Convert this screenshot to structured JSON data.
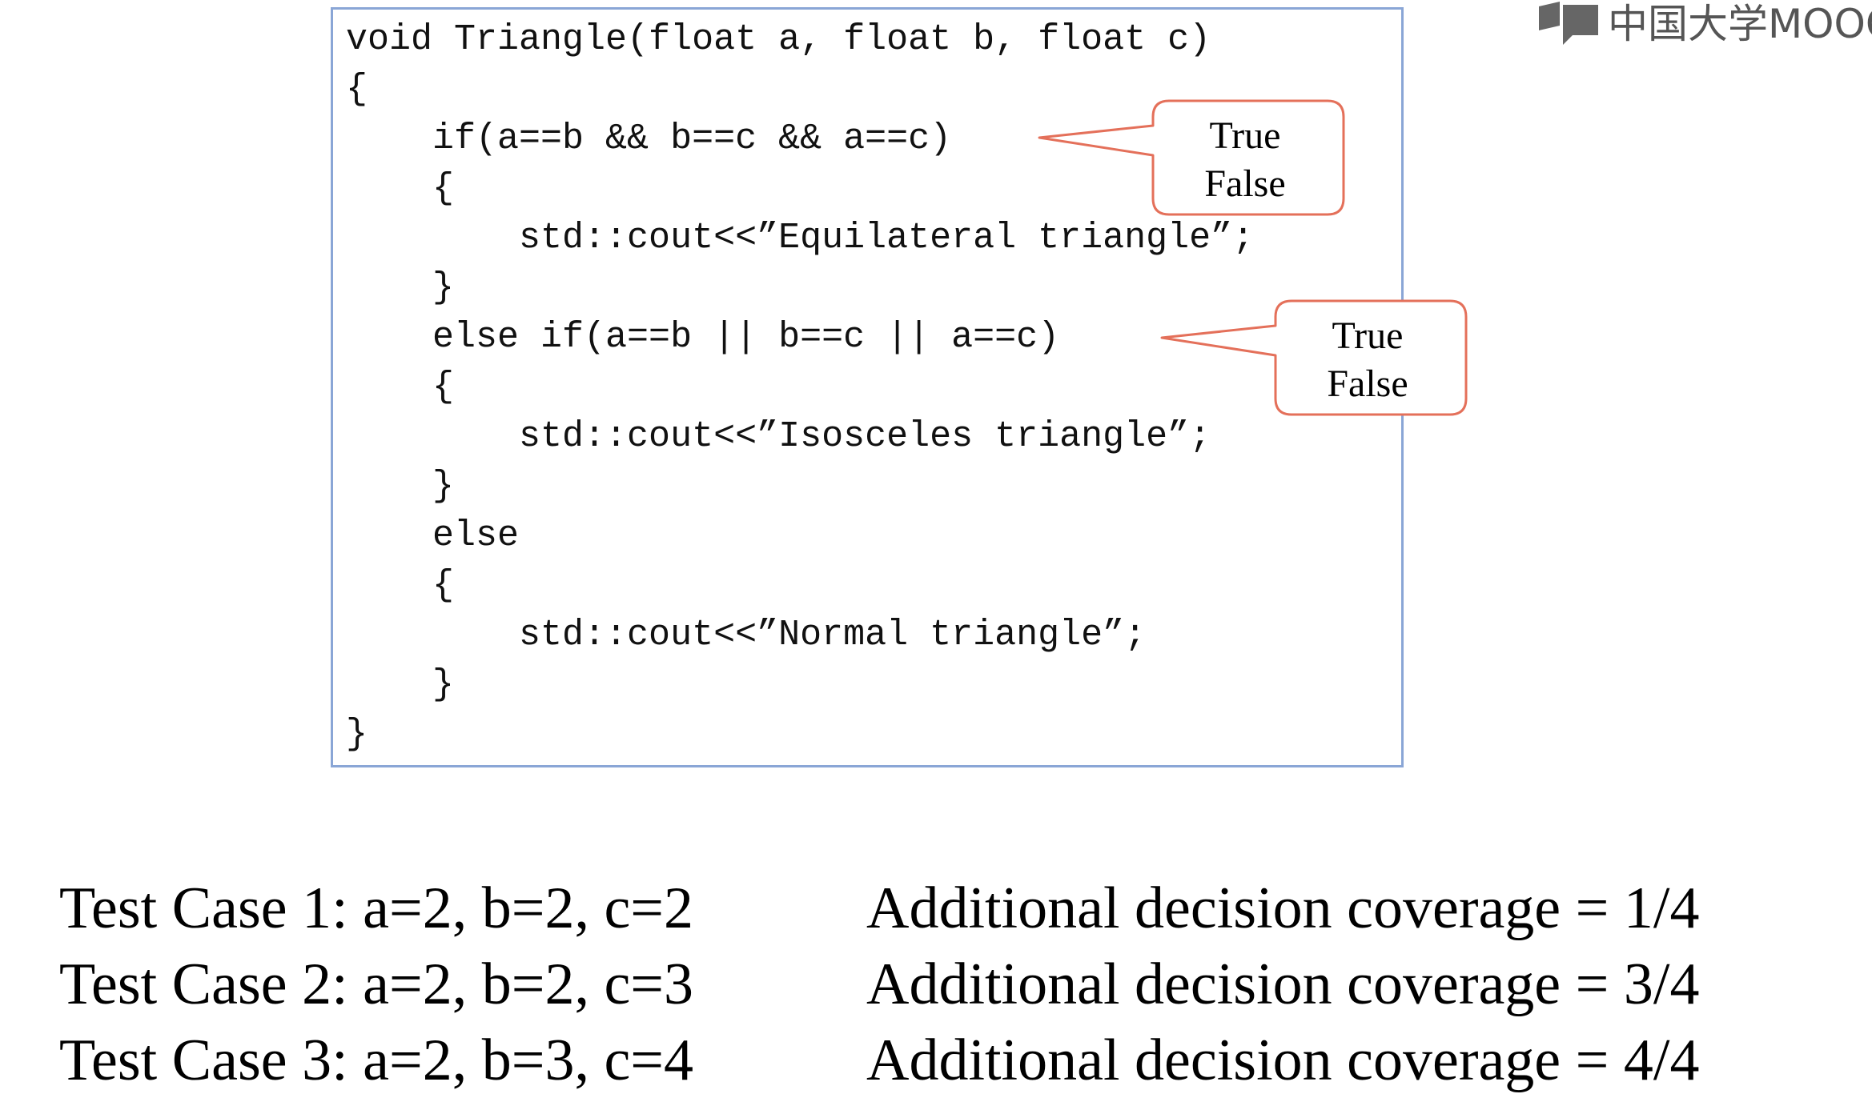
{
  "code": {
    "lines": [
      "void Triangle(float a, float b, float c)",
      "{",
      "    if(a==b && b==c && a==c)",
      "    {",
      "        std::cout<<”Equilateral triangle”;",
      "    }",
      "    else if(a==b || b==c || a==c)",
      "    {",
      "        std::cout<<”Isosceles triangle”;",
      "    }",
      "    else",
      "    {",
      "        std::cout<<”Normal triangle”;",
      "    }",
      "}"
    ]
  },
  "callouts": [
    {
      "true_label": "True",
      "false_label": "False"
    },
    {
      "true_label": "True",
      "false_label": "False"
    }
  ],
  "test_cases": [
    {
      "case": "Test Case 1: a=2, b=2, c=2",
      "coverage": "Additional decision coverage = 1/4"
    },
    {
      "case": "Test Case 2: a=2, b=2, c=3",
      "coverage": "Additional decision coverage = 3/4"
    },
    {
      "case": "Test Case 3: a=2, b=3, c=4",
      "coverage": "Additional decision coverage = 4/4"
    }
  ],
  "logo": {
    "text": "中国大学MOOC"
  },
  "colors": {
    "code_border": "#8aa6d6",
    "callout_stroke": "#e4705a"
  }
}
